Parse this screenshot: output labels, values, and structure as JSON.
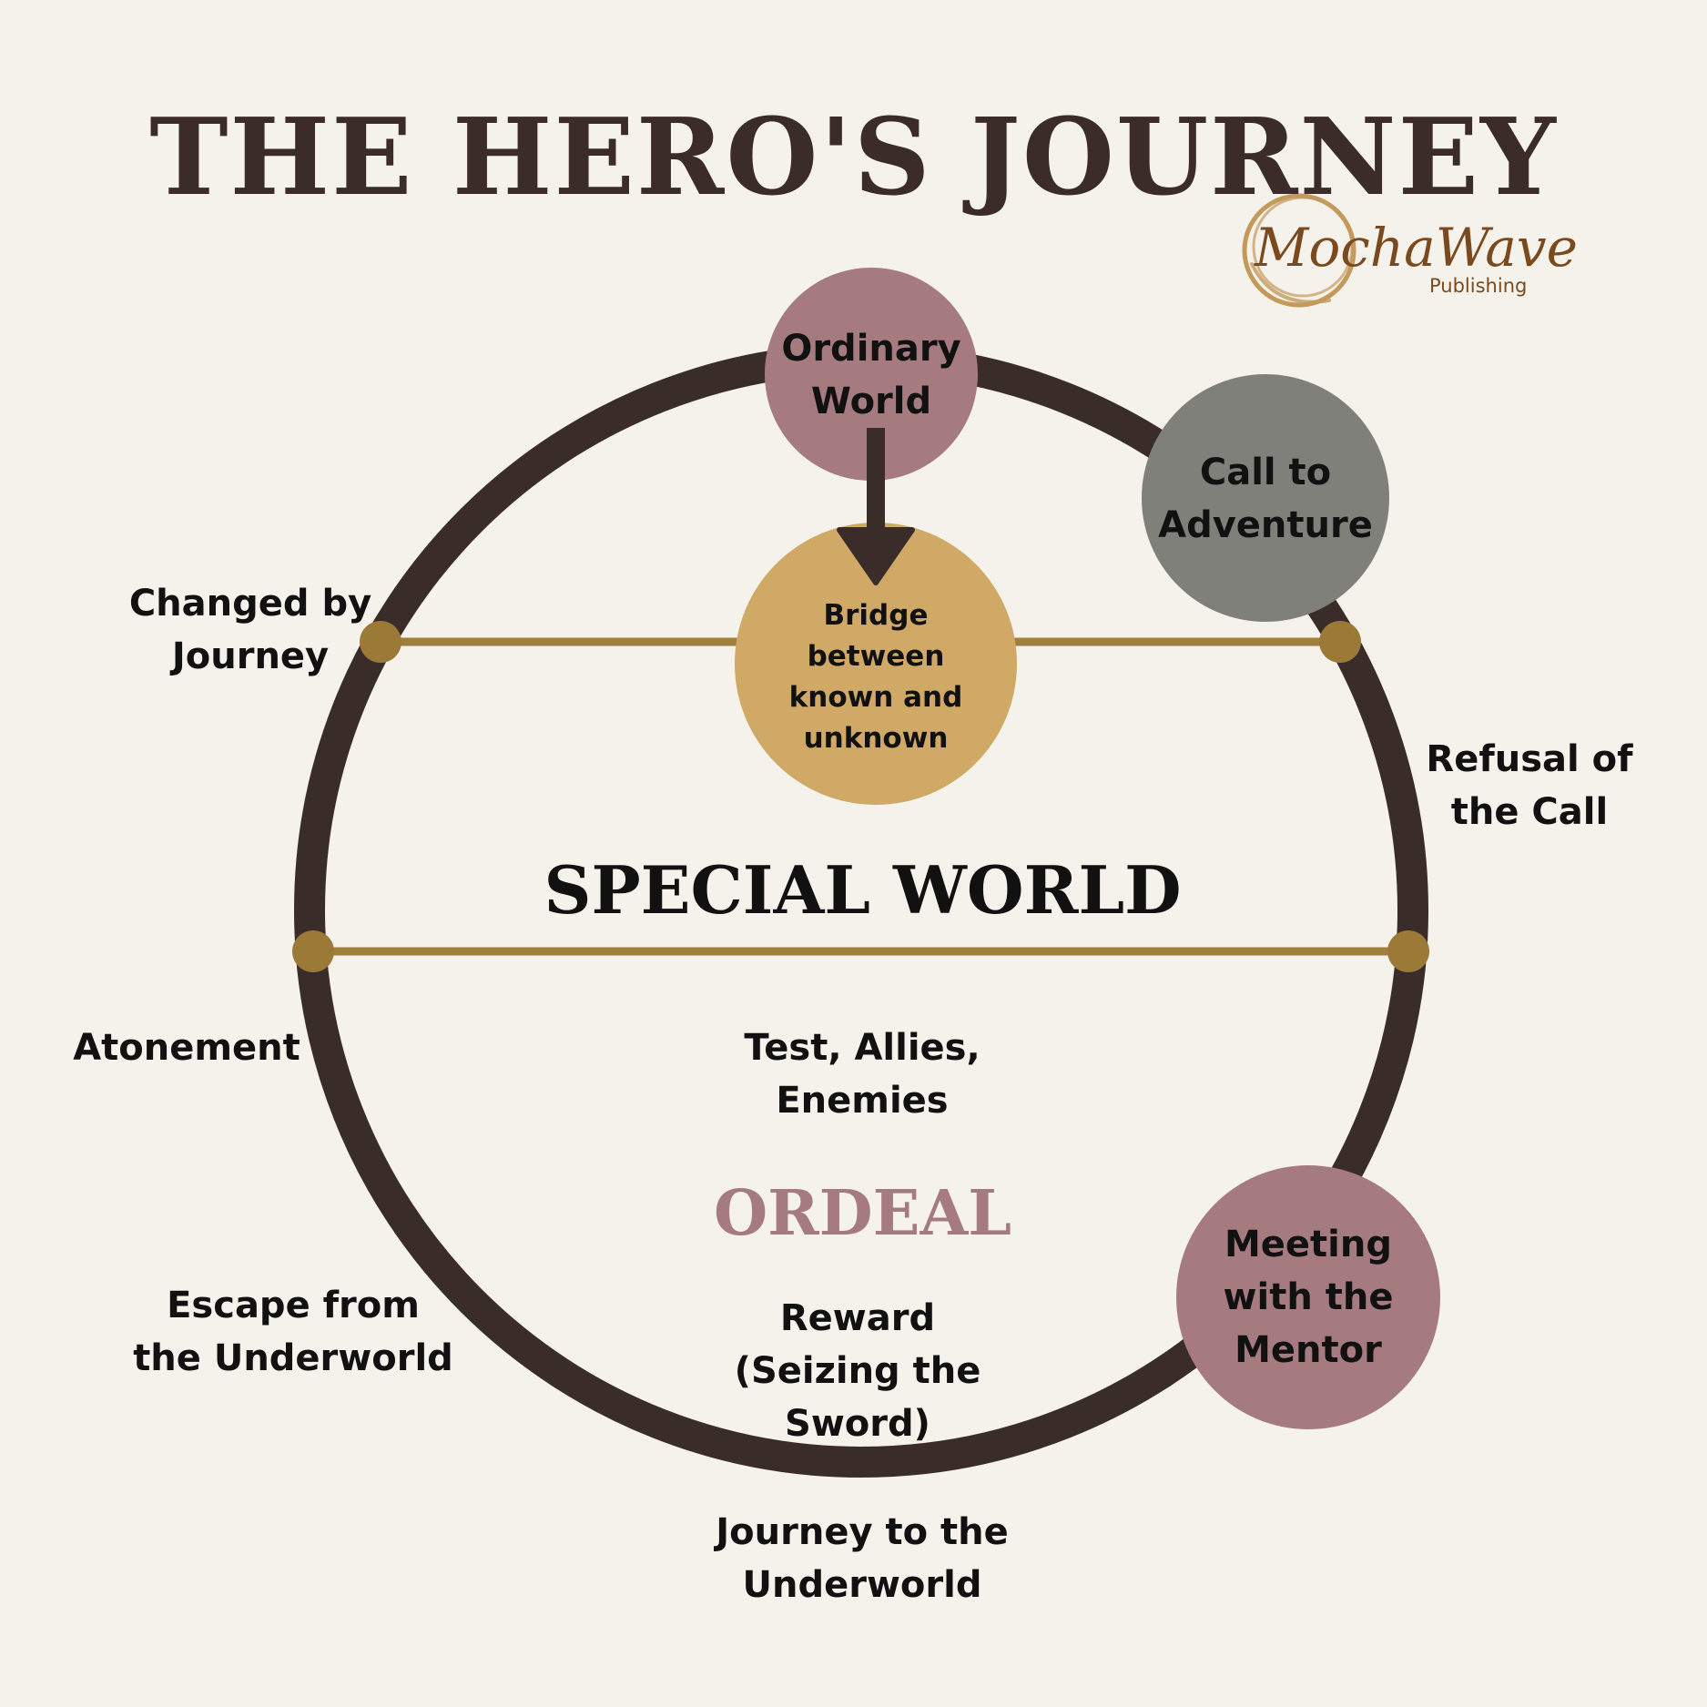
{
  "title": "THE HERO'S JOURNEY",
  "logo": {
    "name": "MochaWave",
    "sub": "Publishing"
  },
  "regions": {
    "special_world": "SPECIAL WORLD",
    "ordeal": "ORDEAL"
  },
  "nodes": {
    "ordinary_world": [
      "Ordinary",
      "World"
    ],
    "call_to_adventure": [
      "Call to",
      "Adventure"
    ],
    "bridge": [
      "Bridge",
      "between",
      "known and",
      "unknown"
    ],
    "meeting_mentor": [
      "Meeting",
      "with the",
      "Mentor"
    ]
  },
  "labels": {
    "changed_by_journey": [
      "Changed by",
      "Journey"
    ],
    "refusal_of_call": [
      "Refusal of",
      "the Call"
    ],
    "atonement": [
      "Atonement"
    ],
    "test_allies_enemies": [
      "Test, Allies,",
      "Enemies"
    ],
    "escape_underworld": [
      "Escape from",
      "the Underworld"
    ],
    "reward": [
      "Reward",
      "(Seizing the Sword)"
    ],
    "journey_underworld": [
      "Journey to the",
      "Underworld"
    ]
  },
  "colors": {
    "background": "#f5f2ec",
    "ring": "#3a2c29",
    "gold_line": "#a07e3c",
    "rose": "#a67b80",
    "gray": "#80807a",
    "tan": "#d1a966",
    "title": "#3b2c29",
    "logo": "#7a4a1e"
  }
}
